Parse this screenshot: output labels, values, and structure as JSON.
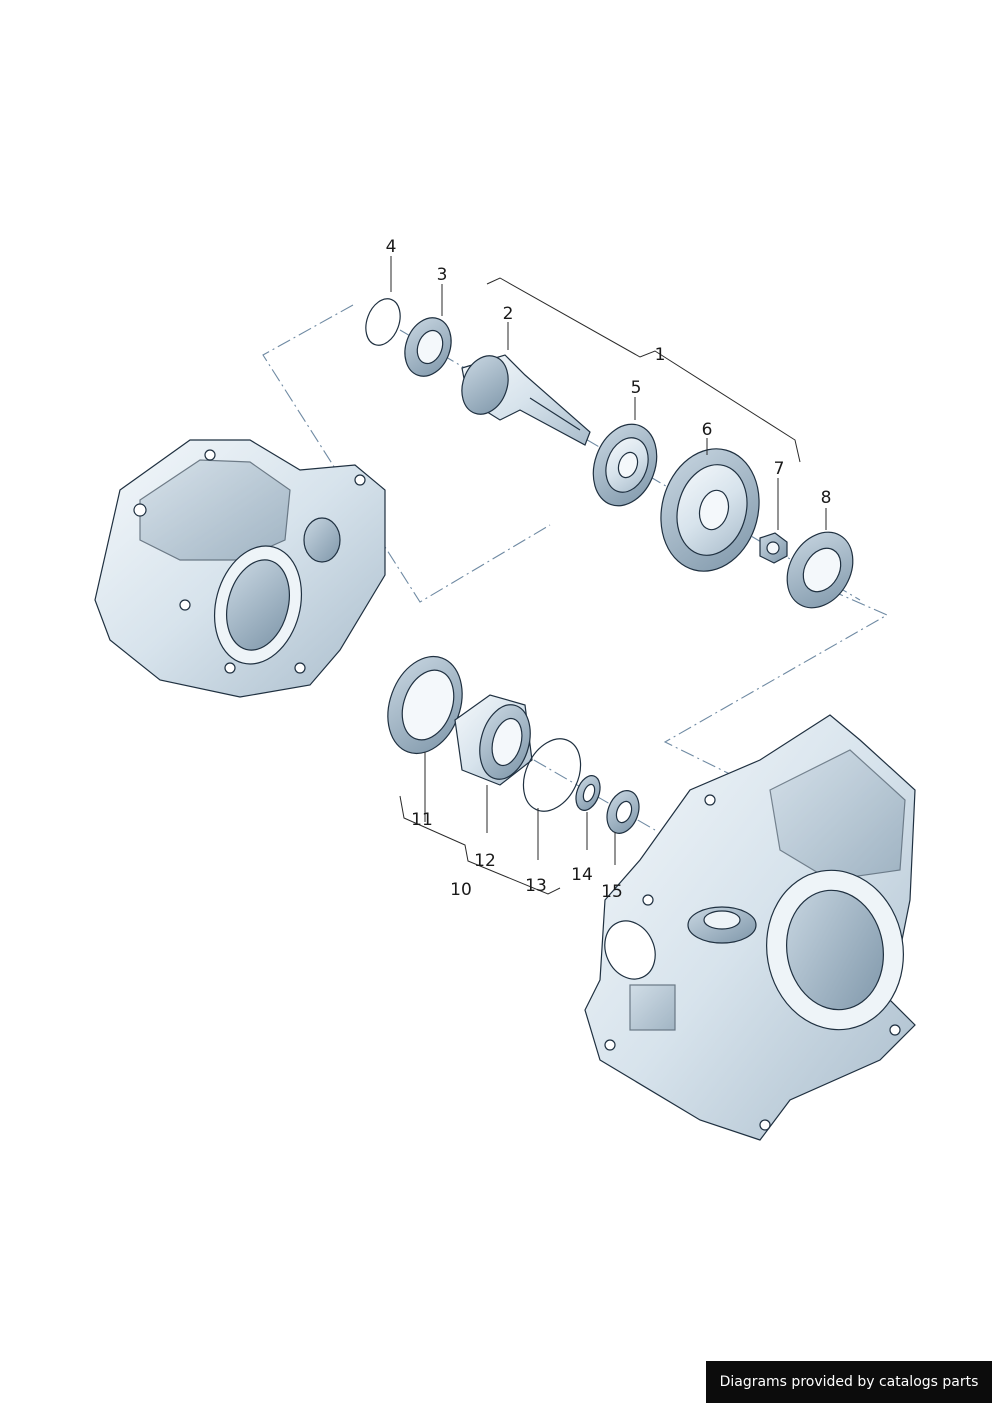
{
  "callouts": {
    "c1": "1",
    "c2": "2",
    "c3": "3",
    "c4": "4",
    "c5": "5",
    "c6": "6",
    "c7": "7",
    "c8": "8",
    "c10": "10",
    "c11": "11",
    "c12": "12",
    "c13": "13",
    "c14": "14",
    "c15": "15"
  },
  "footer": {
    "credit": "Diagrams provided by catalogs parts"
  }
}
